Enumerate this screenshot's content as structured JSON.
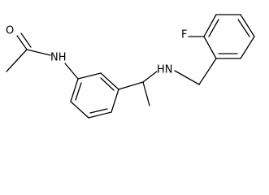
{
  "molecule": {
    "atoms": {
      "oxygen": "O",
      "amide_nitrogen": "NH",
      "amine_nitrogen": "HN",
      "fluorine": "F"
    }
  },
  "colors": {
    "bond": "#000000",
    "text": "#000000",
    "background": "#ffffff"
  }
}
